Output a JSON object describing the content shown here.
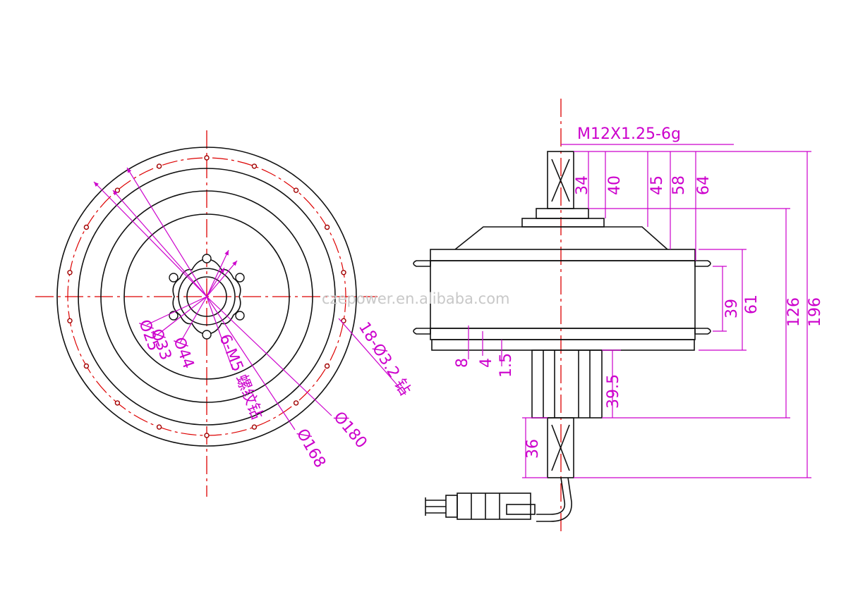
{
  "watermark": "czepower.en.alibaba.com",
  "colors": {
    "outline": "#111111",
    "dimension": "#cc00cc",
    "centerline": "#dd0000",
    "hole": "#a00000"
  },
  "front_view": {
    "holes_note": "18-Ø3.2 钻",
    "bolt_note": "6-M5 螺纹钻",
    "d25": "Ø25",
    "d33": "Ø33",
    "d44": "Ø44",
    "d168": "Ø168",
    "d180": "Ø180"
  },
  "side_view": {
    "thread": "M12X1.25-6g",
    "dims_top": [
      "34",
      "40",
      "45",
      "58",
      "64"
    ],
    "d39": "39",
    "d61": "61",
    "d126": "126",
    "d196": "196",
    "d8": "8",
    "d4": "4",
    "d1_5": "1.5",
    "d39_5": "39.5",
    "d36": "36"
  }
}
